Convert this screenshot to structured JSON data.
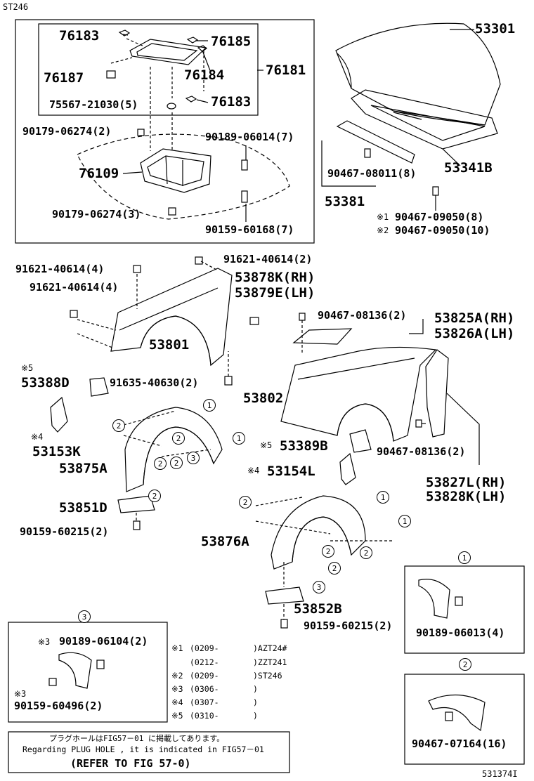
{
  "corner_top_left": "ST246",
  "corner_bottom_right": "531374I",
  "labels": {
    "l76183a": "76183",
    "l76185": "76185",
    "l76187": "76187",
    "l76184": "76184",
    "l76181": "76181",
    "l75567": "75567-21030(5)",
    "l76183b": "76183",
    "l90179a": "90179-06274(2)",
    "l90189a": "90189-06014(7)",
    "l76109": "76109",
    "l90179b": "90179-06274(3)",
    "l90159a": "90159-60168(7)",
    "l53301": "53301",
    "l53341": "53341B",
    "l90467a": "90467-08011(8)",
    "l53381": "53381",
    "l90467b": "90467-09050(8)",
    "l90467c": "90467-09050(10)",
    "m1": "※1",
    "m2": "※2",
    "l91621a": "91621-40614(2)",
    "l91621b": "91621-40614(4)",
    "l91621c": "91621-40614(4)",
    "l53878": "53878K(RH)",
    "l53879": "53879E(LH)",
    "l90467d": "90467-08136(2)",
    "l53825": "53825A(RH)",
    "l53826": "53826A(LH)",
    "l53801": "53801",
    "m5a": "※5",
    "l53388": "53388D",
    "l91635": "91635-40630(2)",
    "l53802": "53802",
    "m4a": "※4",
    "l53153": "53153K",
    "l53875": "53875A",
    "m5b": "※5",
    "l53389": "53389B",
    "l90467e": "90467-08136(2)",
    "m4b": "※4",
    "l53154": "53154L",
    "l53827": "53827L(RH)",
    "l53828": "53828K(LH)",
    "l53851": "53851D",
    "l90159b": "90159-60215(2)",
    "l53876": "53876A",
    "l53852": "53852B",
    "l90159c": "90159-60215(2)",
    "l90189b": "90189-06013(4)",
    "l90467f": "90467-07164(16)",
    "m3a": "※3",
    "l90189c": "90189-06104(2)",
    "m3b": "※3",
    "l90159d": "90159-60496(2)"
  },
  "circles": [
    "1",
    "1",
    "1",
    "1",
    "1",
    "2",
    "2",
    "2",
    "2",
    "2",
    "2",
    "2",
    "2",
    "2",
    "2",
    "3",
    "3",
    "3",
    "1",
    "2",
    "3"
  ],
  "notes": [
    {
      "mark": "※1",
      "range": "(0209-",
      "model": ")AZT24#"
    },
    {
      "mark": "",
      "range": "(0212-",
      "model": ")ZZT241"
    },
    {
      "mark": "※2",
      "range": "(0209-",
      "model": ")ST246"
    },
    {
      "mark": "※3",
      "range": "(0306-",
      "model": ")"
    },
    {
      "mark": "※4",
      "range": "(0307-",
      "model": ")"
    },
    {
      "mark": "※5",
      "range": "(0310-",
      "model": ")"
    }
  ],
  "plug_note": {
    "jp": "プラグホールはFIG57－01 に掲載してあります。",
    "en": "Regarding PLUG HOLE , it is indicated in FIG57－01",
    "ref": "(REFER TO FIG 57-0)"
  }
}
